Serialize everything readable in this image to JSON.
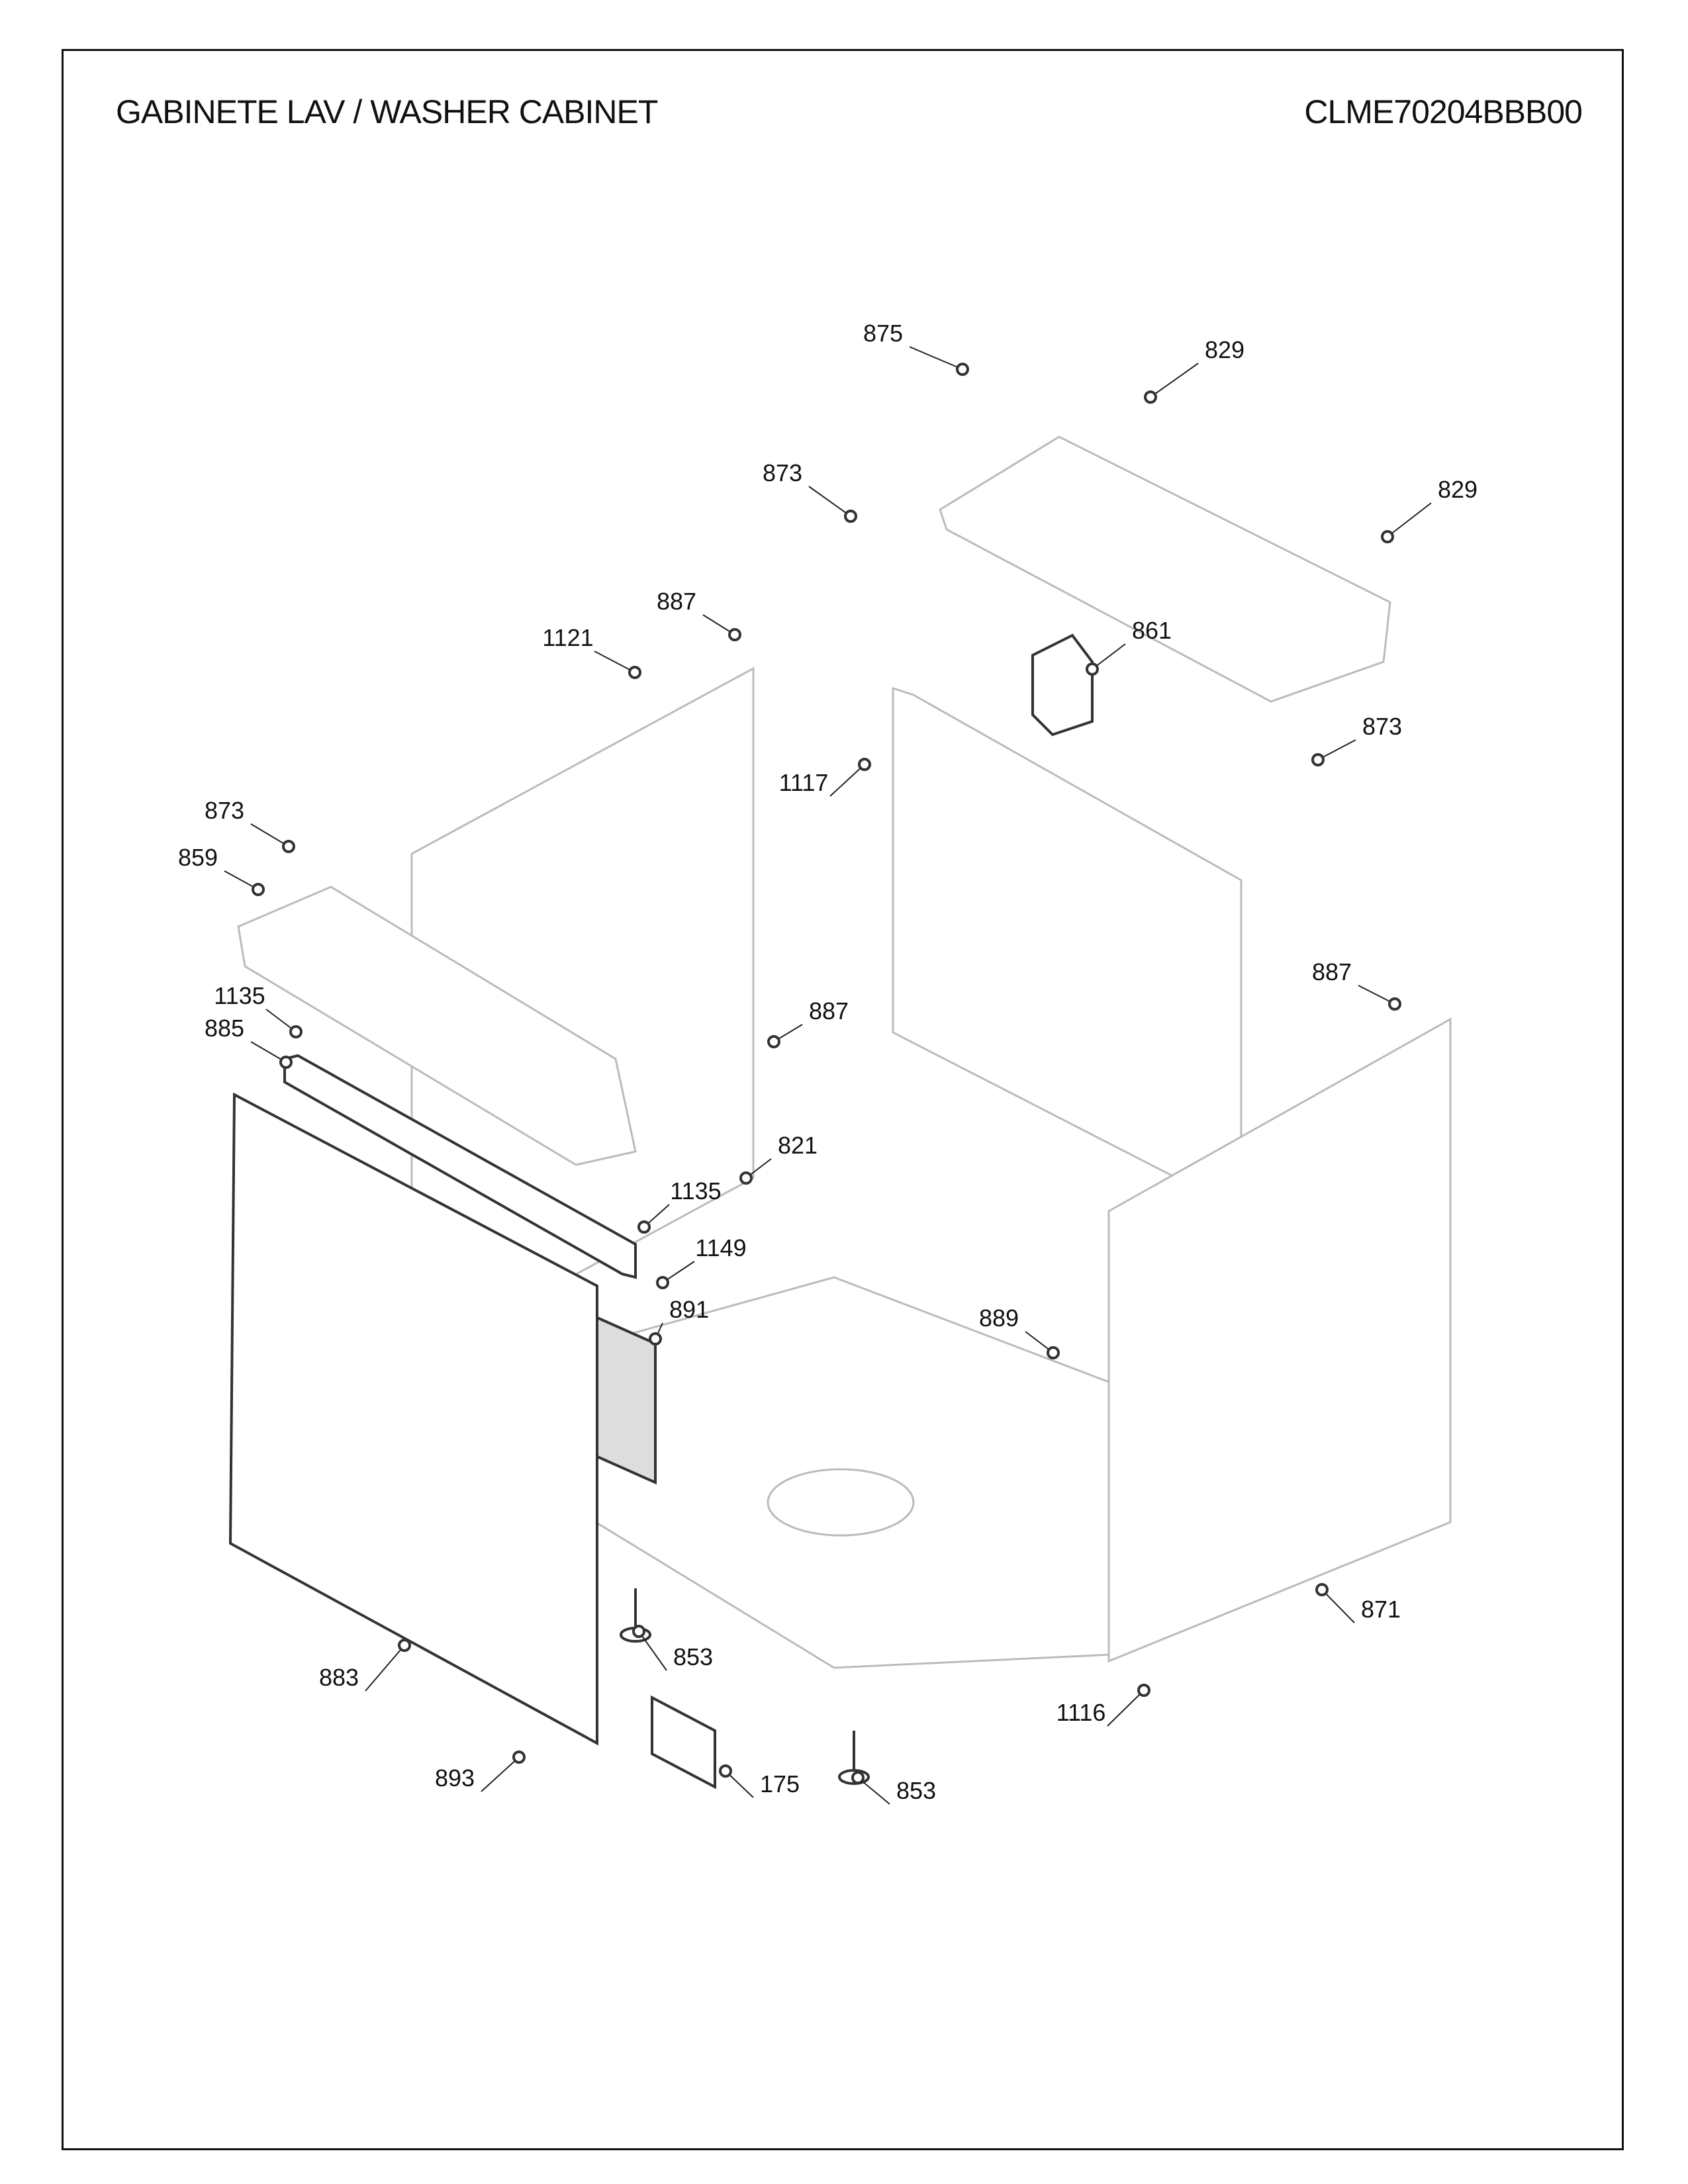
{
  "header": {
    "title": "GABINETE LAV / WASHER CABINET",
    "model": "CLME70204BBB00"
  },
  "callouts": [
    "875",
    "829",
    "873",
    "829",
    "887",
    "1121",
    "861",
    "873",
    "1117",
    "873",
    "859",
    "887",
    "1135",
    "885",
    "887",
    "821",
    "1135",
    "1149",
    "891",
    "889",
    "853",
    "871",
    "883",
    "1116",
    "893",
    "175",
    "853"
  ]
}
